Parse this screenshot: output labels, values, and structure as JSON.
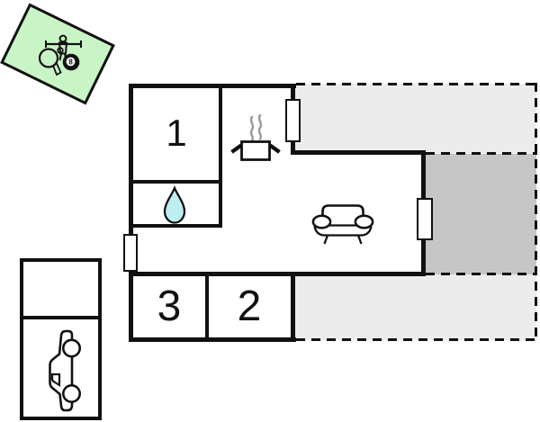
{
  "plan": {
    "kind": "holiday-home floor plan",
    "rooms": {
      "room1": {
        "label": "1"
      },
      "room2": {
        "label": "2"
      },
      "room3": {
        "label": "3"
      }
    },
    "eight_ball_text": "8"
  },
  "icons": {
    "games_room": [
      "foosball-player-icon",
      "table-tennis-paddle-icon",
      "eight-ball-icon"
    ],
    "kitchen": "cooking-pot-steam-icon",
    "bathroom": "water-drop-icon",
    "living_room": "sofa-icon",
    "garage": "car-icon"
  },
  "colors": {
    "line_black": "#111111",
    "terrace_light": "#ececec",
    "terrace_dark": "#c6c6c6",
    "games_green": "#c9f4c5",
    "drop_cyan": "#bfeef2",
    "steam_gray": "#999999"
  }
}
